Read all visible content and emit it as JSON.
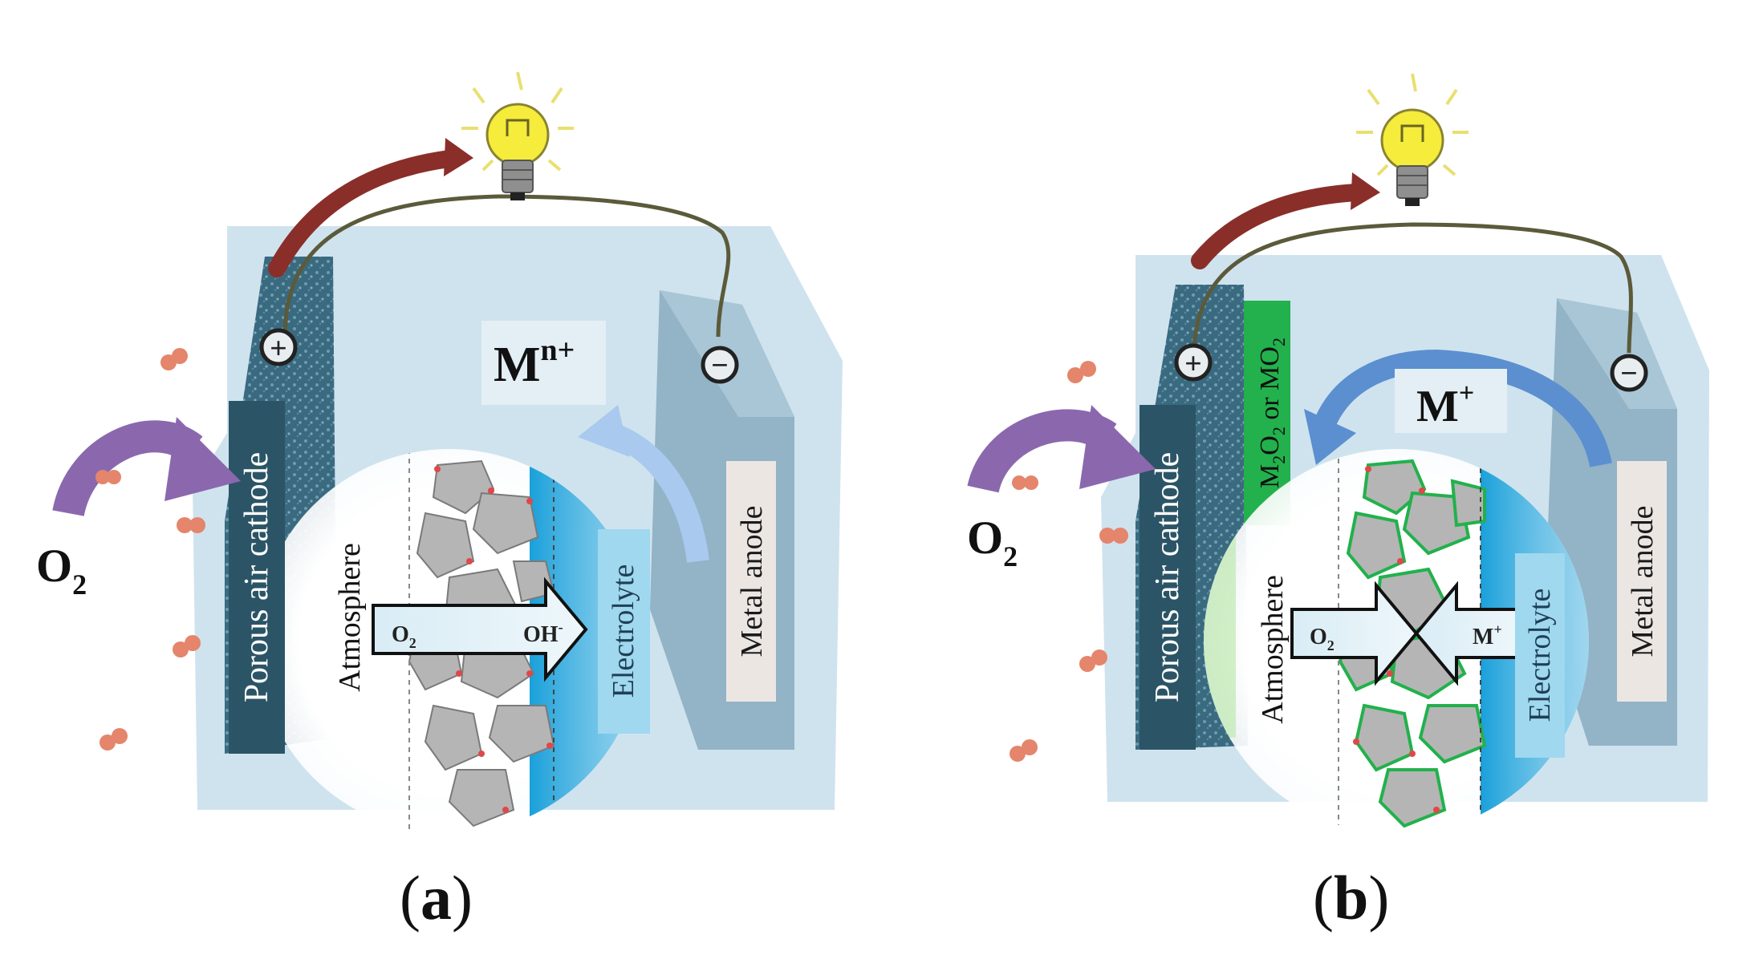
{
  "panels": [
    {
      "id": "a",
      "caption_letter": "a",
      "cathode_label": "Porous air cathode",
      "anode_label": "Metal anode",
      "ion_label_base": "M",
      "ion_label_sup": "n+",
      "oxygen_base": "O",
      "oxygen_sub": "2",
      "atmosphere_label": "Atmosphere",
      "electrolyte_label": "Electrolyte",
      "flow_left_base": "O",
      "flow_left_sub": "2",
      "flow_right_base": "OH",
      "flow_right_sup": "-",
      "plus_symbol": "+",
      "minus_symbol": "−"
    },
    {
      "id": "b",
      "caption_letter": "b",
      "cathode_label": "Porous air cathode",
      "anode_label": "Metal anode",
      "ion_label_base": "M",
      "ion_label_sup": "+",
      "oxygen_base": "O",
      "oxygen_sub": "2",
      "atmosphere_label": "Atmosphere",
      "electrolyte_label": "Electrolyte",
      "flow_left_base": "O",
      "flow_left_sub": "2",
      "flow_right_base": "M",
      "flow_right_sup": "+",
      "product_m": "M",
      "product_sub1": "2",
      "product_o": "O",
      "product_sub2": "2",
      "product_or": " or MO",
      "product_sub3": "2",
      "plus_symbol": "+",
      "minus_symbol": "−"
    }
  ],
  "colors": {
    "cell": "#cfe3ee",
    "cell_dark": "#a9c6d6",
    "cathode": "#2f5f72",
    "cathode_label_bg": "#2b5566",
    "anode": "#93b3c6",
    "anode_label_bg": "#ece6e3",
    "electrolyte": "#1f9fd6",
    "oxygen_arrow": "#8b68ad",
    "electron_arrow": "#8a2e2a",
    "ion_arrow_a": "#a9c9ee",
    "ion_arrow_b": "#5b8fd0",
    "product": "#22b14c",
    "bulb": "#f5ec3c",
    "molecule": "#e4856c"
  }
}
